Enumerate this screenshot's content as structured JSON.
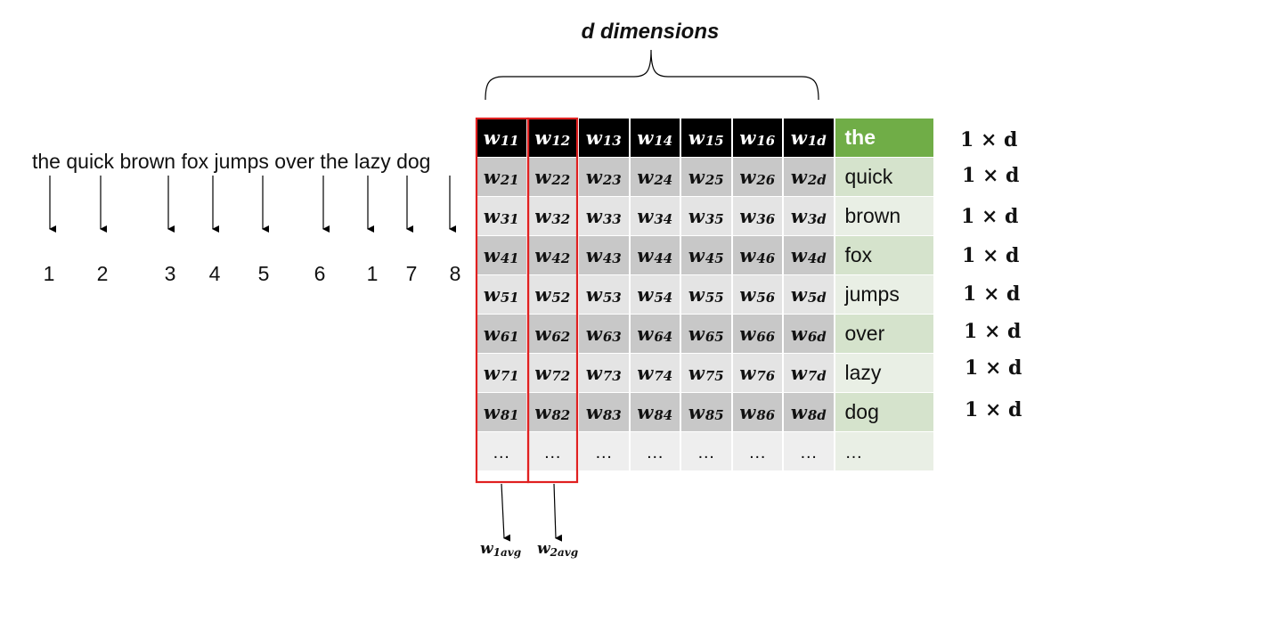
{
  "title": "d dimensions",
  "sentence": "the quick brown fox jumps over the lazy dog",
  "indices": [
    "1",
    "2",
    "3",
    "4",
    "5",
    "6",
    "1",
    "7",
    "8"
  ],
  "matrix": {
    "rows": [
      [
        "11",
        "12",
        "13",
        "14",
        "15",
        "16",
        "1d"
      ],
      [
        "21",
        "22",
        "23",
        "24",
        "25",
        "26",
        "2d"
      ],
      [
        "31",
        "32",
        "33",
        "34",
        "35",
        "36",
        "3d"
      ],
      [
        "41",
        "42",
        "43",
        "44",
        "45",
        "46",
        "4d"
      ],
      [
        "51",
        "52",
        "53",
        "54",
        "55",
        "56",
        "5d"
      ],
      [
        "61",
        "62",
        "63",
        "64",
        "65",
        "66",
        "6d"
      ],
      [
        "71",
        "72",
        "73",
        "74",
        "75",
        "76",
        "7d"
      ],
      [
        "81",
        "82",
        "83",
        "84",
        "85",
        "86",
        "8d"
      ]
    ],
    "ellipsis": "…",
    "words": [
      "the",
      "quick",
      "brown",
      "fox",
      "jumps",
      "over",
      "lazy",
      "dog"
    ],
    "variable": "w"
  },
  "row_dims": [
    "1 × d",
    "1 × d",
    "1 × d",
    "1 × d",
    "1 × d",
    "1 × d",
    "1 × d",
    "1 × d"
  ],
  "averages": [
    "1avg",
    "2avg"
  ],
  "colors": {
    "header_bg": "#000000",
    "word_header_bg": "#70ad47",
    "word_row_dark": "#d5e3cc",
    "word_row_light": "#e9efe5",
    "cell_dark": "#c8c8c8",
    "cell_light": "#e4e4e4",
    "highlight_box": "#e02020"
  }
}
